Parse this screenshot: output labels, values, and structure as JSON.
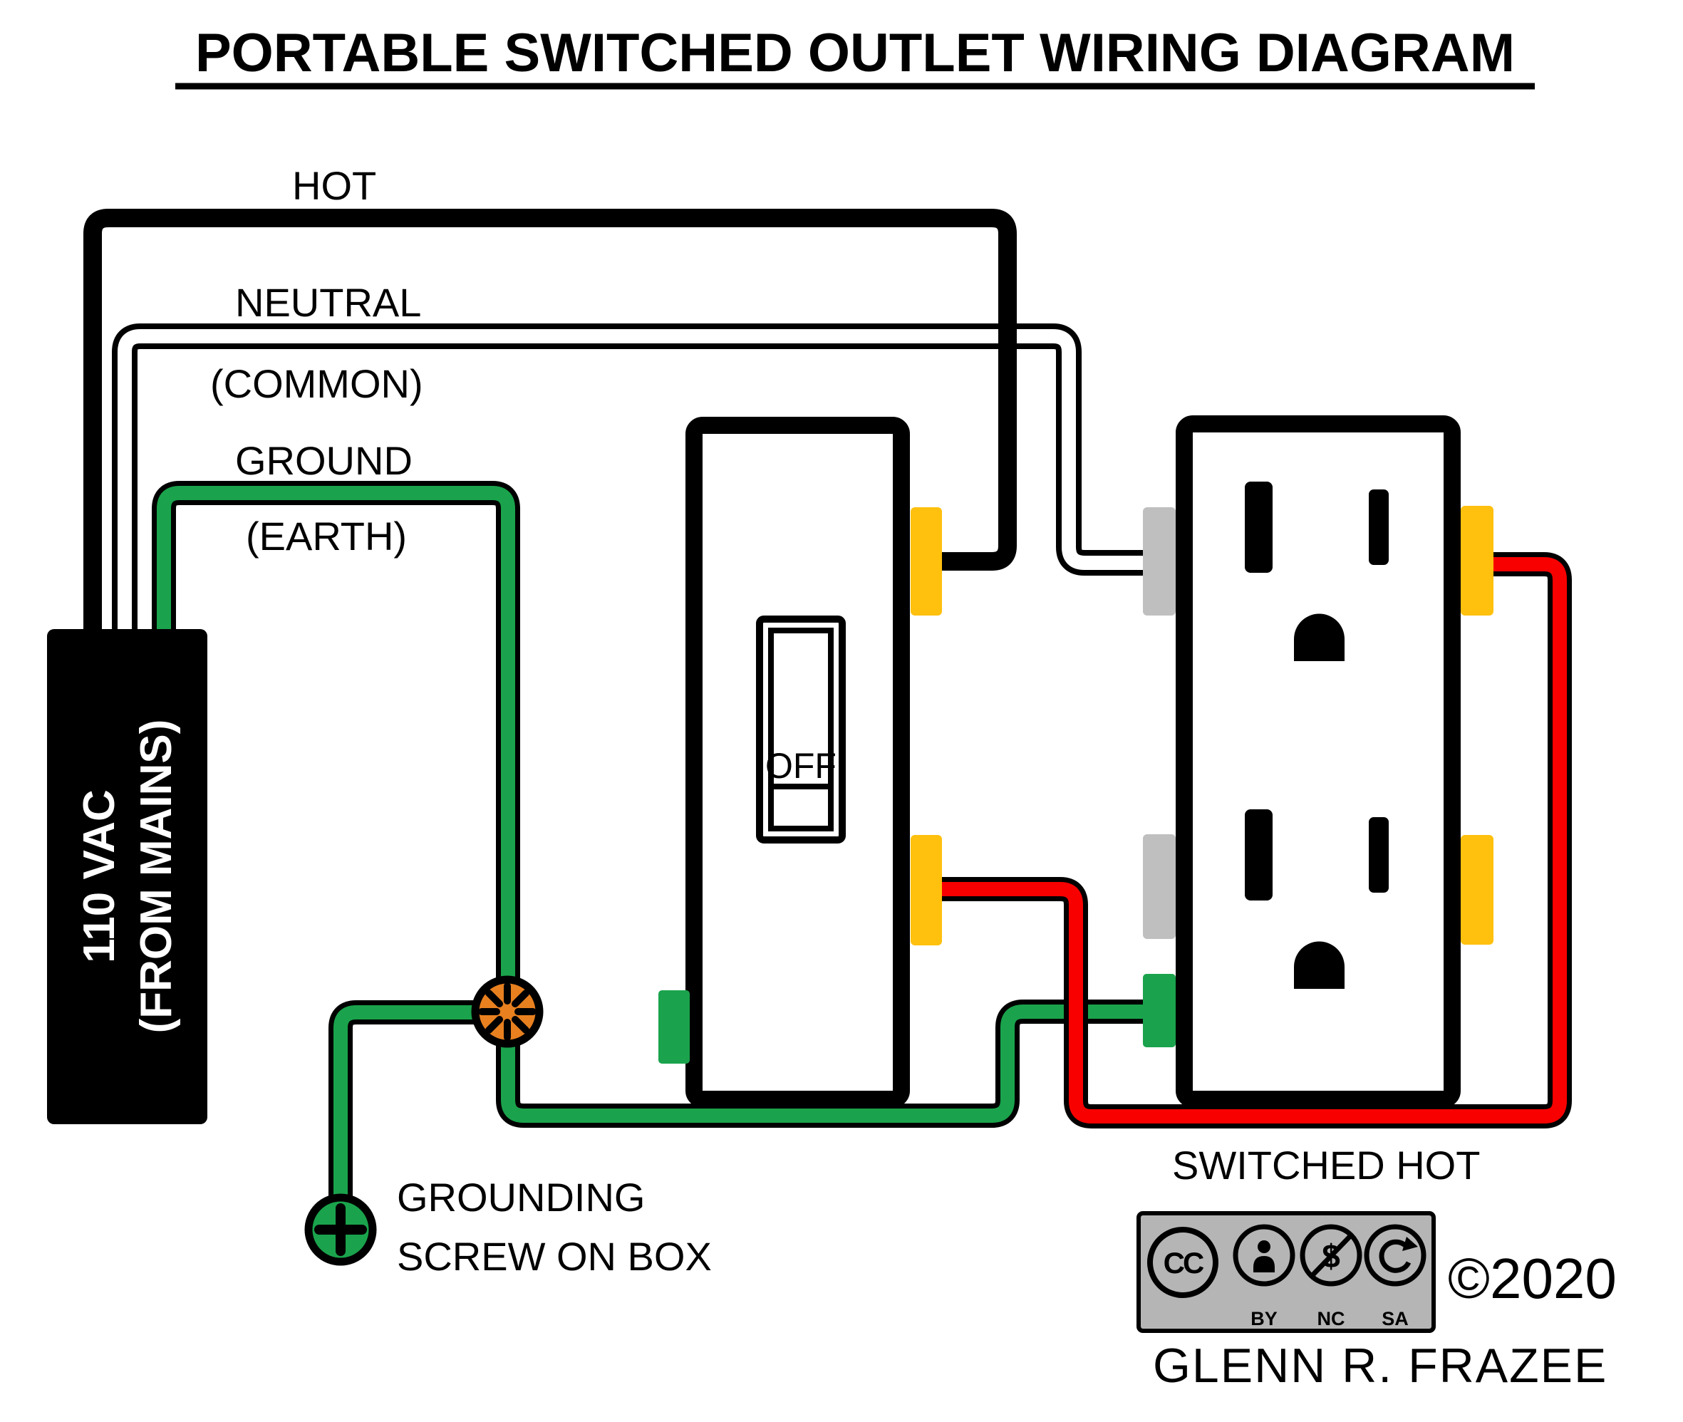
{
  "title": "PORTABLE SWITCHED OUTLET WIRING DIAGRAM",
  "wires": {
    "hot_label": "HOT",
    "neutral_label": "NEUTRAL",
    "neutral_sublabel": "(COMMON)",
    "ground_label": "GROUND",
    "ground_sublabel": "(EARTH)",
    "switched_hot_label": "SWITCHED HOT"
  },
  "mains_box": {
    "line1": "110 VAC",
    "line2": "(FROM MAINS)"
  },
  "switch": {
    "state": "OFF"
  },
  "grounding": {
    "line1": "GROUNDING",
    "line2": "SCREW ON BOX"
  },
  "license": {
    "cc_label": "CC",
    "by_label": "BY",
    "nc_label": "NC",
    "sa_label": "SA",
    "nc_symbol": "$",
    "copyright": "©2020",
    "author": "GLENN R. FRAZEE"
  },
  "colors": {
    "hot_wire": "#000000",
    "neutral_wire_fill": "#FFFFFF",
    "ground_wire": "#1AA34C",
    "switched_hot_wire": "#F80000",
    "wire_nut": "#E8801F",
    "brass_terminal": "#FFC00E",
    "silver_terminal": "#BFBFBF",
    "ground_terminal": "#1AA34C",
    "license_plate": "#B5B5B5"
  }
}
